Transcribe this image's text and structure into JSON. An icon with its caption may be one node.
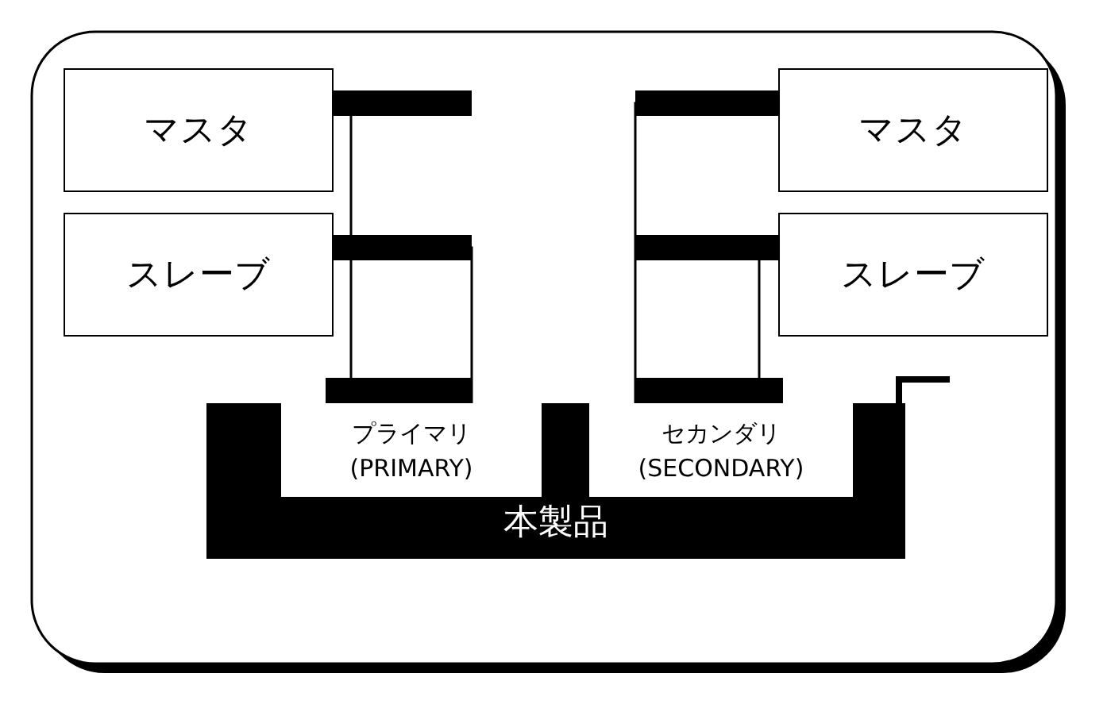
{
  "diagram": {
    "nodes": [
      {
        "text": [
          "マスタ"
        ]
      },
      {
        "text": [
          "スレーブ"
        ]
      },
      {
        "text": [
          "マスタ"
        ]
      },
      {
        "text": [
          "スレーブ"
        ]
      },
      {
        "text": [
          "本製品"
        ]
      },
      {
        "text": [
          "プライマリ",
          "(PRIMARY)"
        ],
        "in": 4
      },
      {
        "text": [
          "セカンダリ",
          "(SECONDARY)"
        ],
        "in": 4
      }
    ],
    "edges": [
      {
        "from": 0,
        "to": 5,
        "arrow": "none"
      },
      {
        "from": 1,
        "to": 5,
        "arrow": "none"
      },
      {
        "from": 2,
        "to": 6,
        "arrow": "none"
      },
      {
        "from": 3,
        "to": 6,
        "arrow": "none"
      }
    ]
  }
}
